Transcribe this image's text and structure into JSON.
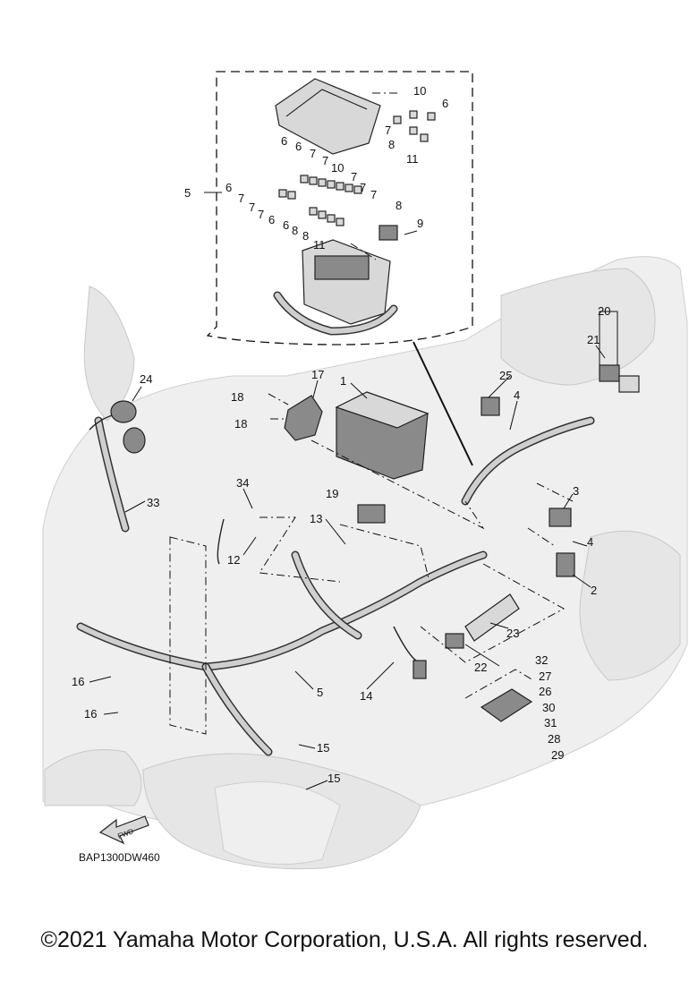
{
  "diagram": {
    "part_labels": [
      "1",
      "2",
      "3",
      "4",
      "4",
      "5",
      "5",
      "6",
      "6",
      "6",
      "6",
      "6",
      "6",
      "7",
      "7",
      "7",
      "7",
      "7",
      "7",
      "7",
      "7",
      "7",
      "8",
      "8",
      "8",
      "8",
      "9",
      "10",
      "10",
      "11",
      "11",
      "12",
      "13",
      "14",
      "15",
      "15",
      "16",
      "16",
      "17",
      "18",
      "18",
      "19",
      "20",
      "21",
      "22",
      "23",
      "24",
      "25",
      "26",
      "27",
      "28",
      "29",
      "30",
      "31",
      "32",
      "33",
      "34"
    ],
    "fwd_label": "FWD",
    "drawing_code": "BAP1300DW460"
  },
  "footer": {
    "copyright": "©2021 Yamaha Motor Corporation, U.S.A. All rights reserved."
  }
}
